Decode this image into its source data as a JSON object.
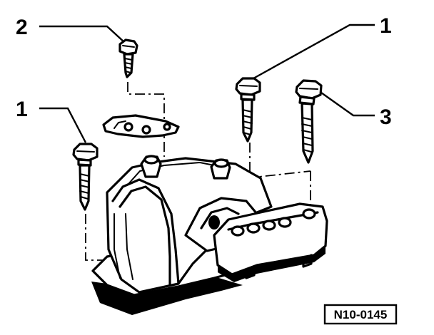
{
  "callouts": {
    "top_left": "2",
    "left": "1",
    "top_right": "1",
    "right": "3"
  },
  "figure_code": "N10-0145"
}
